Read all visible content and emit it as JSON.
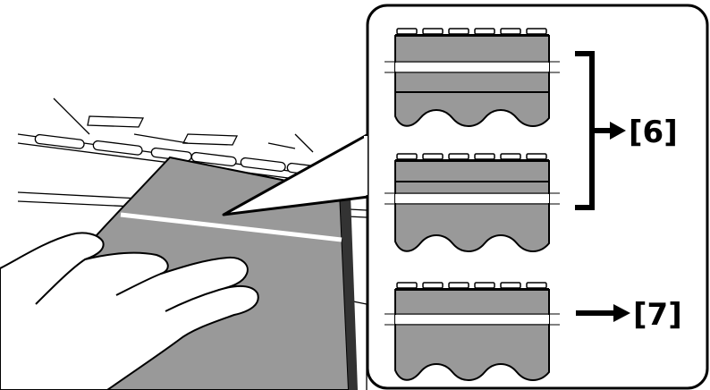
{
  "colors": {
    "paper": "#999999",
    "ink": "#000000",
    "background": "#ffffff",
    "guide_line": "#ffffff"
  },
  "callout": {
    "panels": [
      {
        "id": "panel-1",
        "description_icon": "line-below-guide"
      },
      {
        "id": "panel-2",
        "description_icon": "line-above-guide"
      },
      {
        "id": "panel-3",
        "description_icon": "line-on-guide"
      }
    ],
    "label_6": "[6]",
    "label_7": "[7]"
  },
  "icons": [
    "hand-icon",
    "arrow-right-icon",
    "bracket-icon",
    "paper-sheet-icon"
  ]
}
